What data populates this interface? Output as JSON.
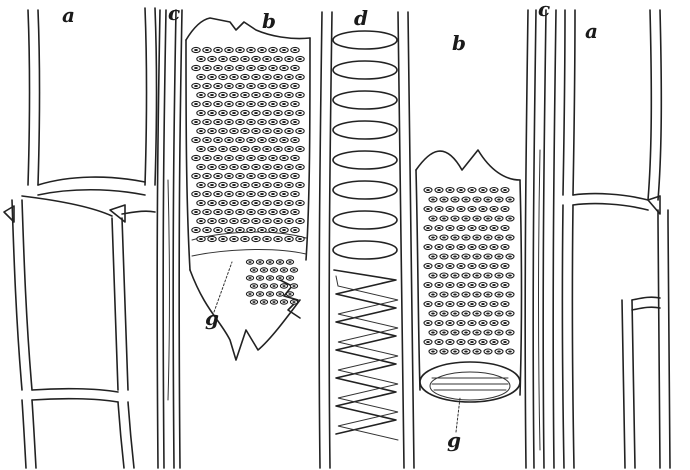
{
  "figure": {
    "labels": {
      "a_left": "a",
      "a_right": "a",
      "b_left": "b",
      "b_right": "b",
      "c_left": "c",
      "c_right": "c",
      "d": "d",
      "g_left": "g",
      "g_right": "g"
    },
    "ink_color": "#1e1e1e",
    "background_color": "#ffffff"
  }
}
